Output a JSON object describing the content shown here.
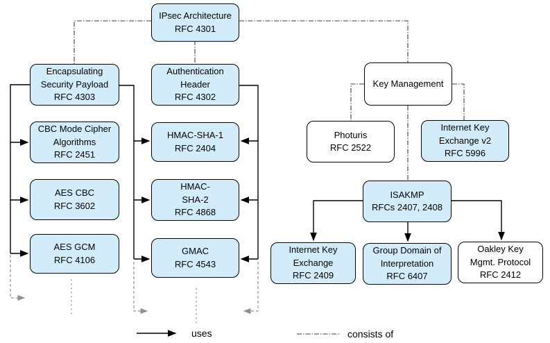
{
  "diagram": {
    "subject": "IPsec Architecture RFC relationships"
  },
  "nodes": {
    "ipsec": {
      "title": "IPsec Architecture",
      "rfc": "RFC 4301"
    },
    "esp": {
      "title": "Encapsulating\nSecurity Payload",
      "rfc": "RFC 4303"
    },
    "ah": {
      "title": "Authentication\nHeader",
      "rfc": "RFC 4302"
    },
    "cbc": {
      "title": "CBC Mode Cipher\nAlgorithms",
      "rfc": "RFC 2451"
    },
    "hmacsha1": {
      "title": "HMAC-SHA-1",
      "rfc": "RFC 2404"
    },
    "aescbc": {
      "title": "AES CBC",
      "rfc": "RFC 3602"
    },
    "hmacsha2": {
      "title": "HMAC-\nSHA-2",
      "rfc": "RFC 4868"
    },
    "aesgcm": {
      "title": "AES GCM",
      "rfc": "RFC 4106"
    },
    "gmac": {
      "title": "GMAC",
      "rfc": "RFC 4543"
    },
    "keymgmt": {
      "title": "Key Management"
    },
    "photuris": {
      "title": "Photuris",
      "rfc": "RFC 2522"
    },
    "ikev2": {
      "title": "Internet Key\nExchange v2",
      "rfc": "RFC 5996"
    },
    "isakmp": {
      "title": "ISAKMP",
      "rfc": "RFCs 2407, 2408"
    },
    "ike": {
      "title": "Internet Key\nExchange",
      "rfc": "RFC 2409"
    },
    "gdoi": {
      "title": "Group Domain of\nInterpretation",
      "rfc": "RFC 6407"
    },
    "oakley": {
      "title": "Oakley Key\nMgmt. Protocol",
      "rfc": "RFC 2412"
    }
  },
  "legend": {
    "uses": "uses",
    "consists_of": "consists of"
  },
  "colors": {
    "node_fill_blue": "#d2ecf9",
    "node_fill_white": "#ffffff",
    "node_border": "#000000",
    "line": "#000000",
    "dashdot": "#3c3c3c",
    "continuation": "#8f8f8f"
  }
}
